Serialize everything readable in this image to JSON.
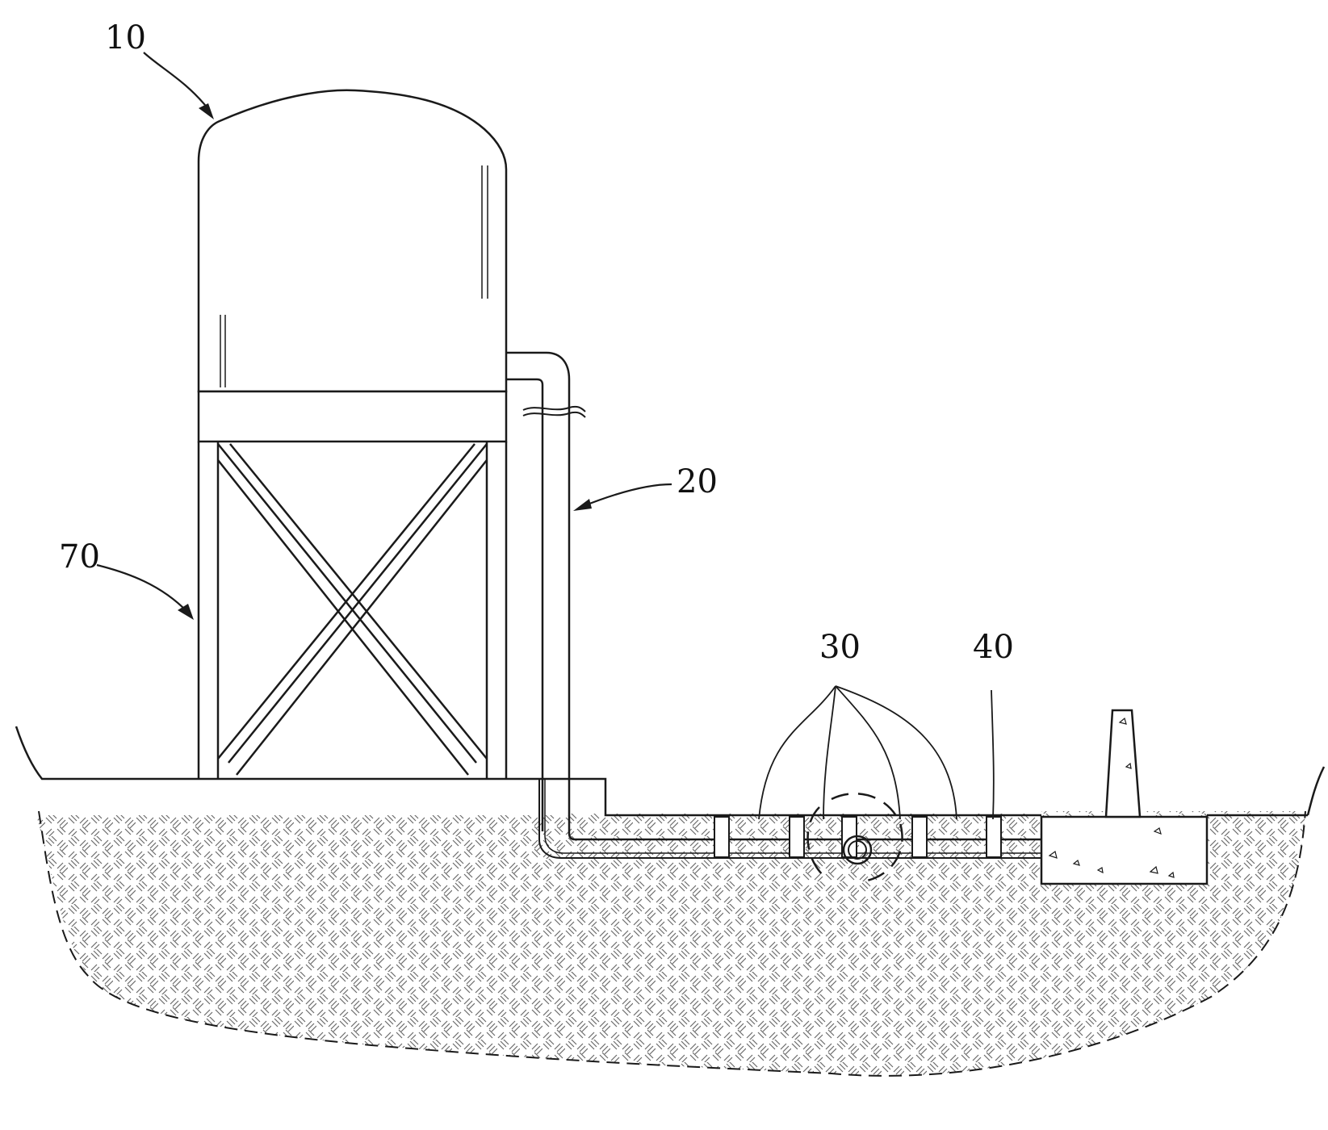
{
  "labels": {
    "tank": "10",
    "pipe": "20",
    "nozzles": "30",
    "outlet": "40",
    "tower": "70"
  },
  "colors": {
    "ink": "#1a1a1a",
    "background": "#ffffff",
    "hatch": "#6a6a6a"
  }
}
